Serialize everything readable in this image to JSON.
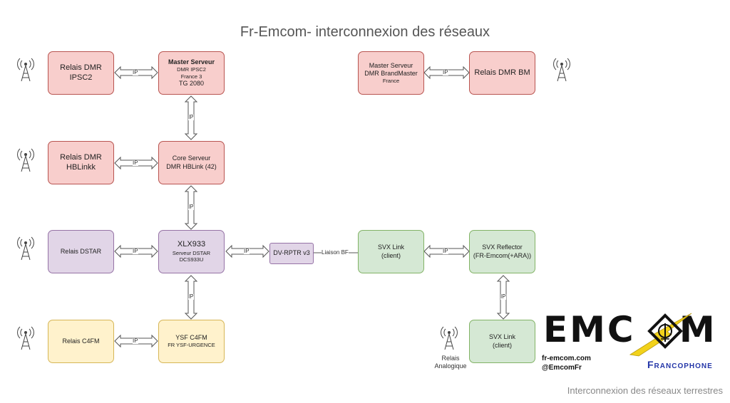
{
  "title": "Fr-Emcom- interconnexion des réseaux",
  "footer": "Interconnexion des réseaux terrestres",
  "nodes": {
    "relais_ipsc2": [
      "Relais DMR IPSC2"
    ],
    "master_ipsc2": [
      "Master Serveur",
      "DMR IPSC2",
      "France 3",
      "TG 2080"
    ],
    "master_bm": [
      "Master Serveur",
      "DMR BrandMaster",
      "France"
    ],
    "relais_bm": [
      "Relais DMR BM"
    ],
    "relais_hblink": [
      "Relais DMR HBLinkk"
    ],
    "core": [
      "Core Serveur",
      "DMR HBLink (42)"
    ],
    "relais_dstar": [
      "Relais DSTAR"
    ],
    "xlx": [
      "XLX933",
      "Serveur DSTAR",
      "DCS933U"
    ],
    "dvrptr": [
      "DV-RPTR v3"
    ],
    "svx_link1": [
      "SVX Link",
      "(client)"
    ],
    "svx_reflector": [
      "SVX Reflector",
      "(FR-Emcom(+ARA))"
    ],
    "relais_c4fm": [
      "Relais C4FM"
    ],
    "ysf": [
      "YSF C4FM",
      "FR YSF-URGENCE"
    ],
    "svx_link2": [
      "SVX Link",
      "(client)"
    ]
  },
  "edges": {
    "ip": "IP",
    "liaison": "Liaison BF"
  },
  "relais_analogique": [
    "Relais",
    "Analogique"
  ],
  "logo": {
    "url": "fr-emcom.com",
    "handle": "@EmcomFr",
    "tagline": "Francophone"
  },
  "colors": {
    "red": "#f8cecc",
    "purple": "#e1d5e7",
    "green": "#d5e8d4",
    "yellow": "#fff2cc",
    "lightning": "#f2d21b"
  },
  "icons": [
    "radio-tower-icon",
    "lightning-icon",
    "antenna-diamond-icon"
  ]
}
